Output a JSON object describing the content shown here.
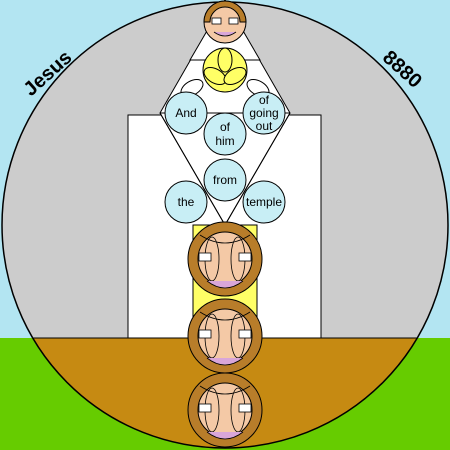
{
  "corner_labels": {
    "left": "Jesus",
    "right": "8880"
  },
  "circle_words": {
    "and": "And",
    "of_him_1": "of",
    "of_him_2": "him",
    "going_1": "of",
    "going_2": "going",
    "going_3": "out",
    "from": "from",
    "the": "the",
    "temple": "temple"
  },
  "colors": {
    "sky": "#b3e5f2",
    "grass": "#66cc00",
    "ground": "#c68a12",
    "disk": "#cccccc",
    "temple": "#ffffff",
    "word_circle": "#c8eef5",
    "yellow": "#ffff66",
    "skin": "#f4c9a6",
    "brown": "#b87d2a"
  }
}
